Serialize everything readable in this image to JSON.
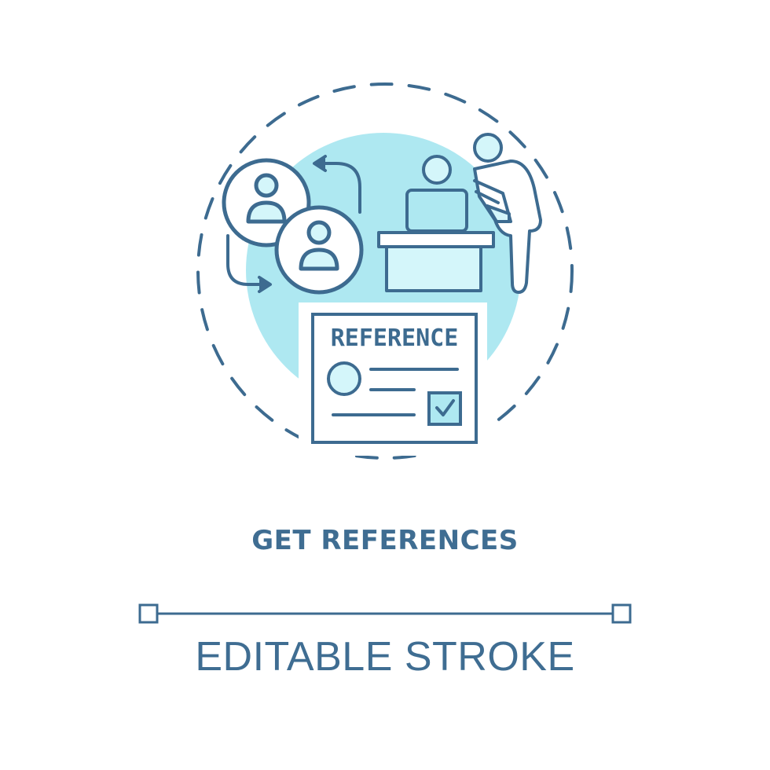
{
  "icon": {
    "name": "get-references-concept-icon",
    "document_label": "REFERENCE",
    "colors": {
      "stroke": "#3d6b90",
      "fill_light": "#aee8f1",
      "fill_pale": "#d4f6fa",
      "background": "#ffffff"
    }
  },
  "caption": {
    "title": "GET REFERENCES",
    "subtitle": "EDITABLE STROKE"
  }
}
